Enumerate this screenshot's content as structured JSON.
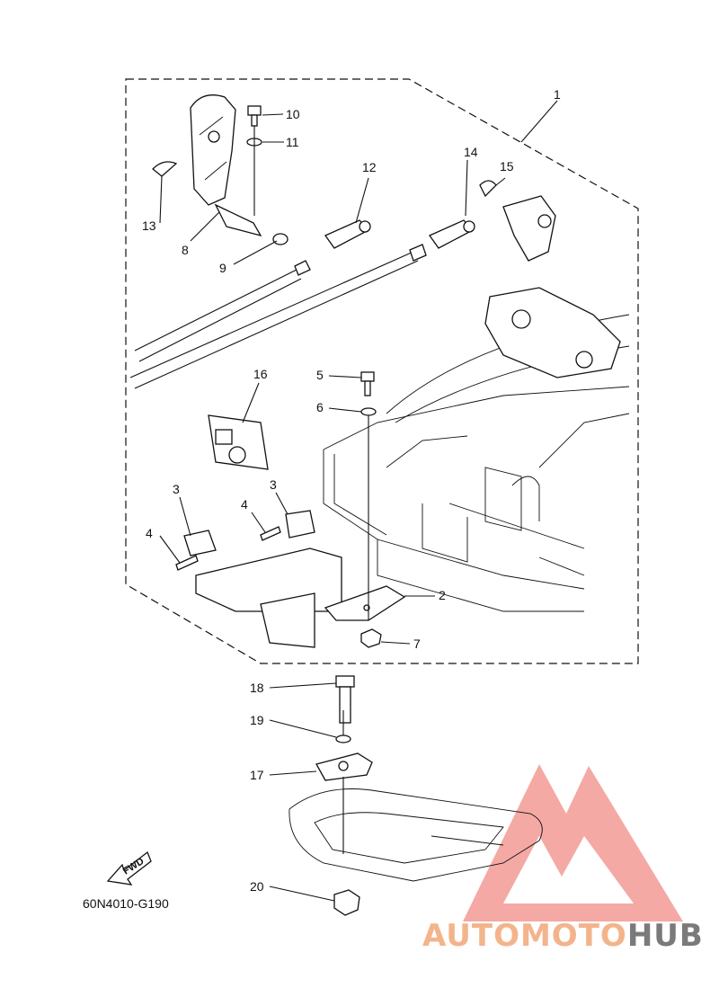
{
  "diagram": {
    "callouts": [
      {
        "id": "c1",
        "text": "1"
      },
      {
        "id": "c2",
        "text": "2"
      },
      {
        "id": "c3a",
        "text": "3"
      },
      {
        "id": "c3b",
        "text": "3"
      },
      {
        "id": "c4a",
        "text": "4"
      },
      {
        "id": "c4b",
        "text": "4"
      },
      {
        "id": "c5",
        "text": "5"
      },
      {
        "id": "c6",
        "text": "6"
      },
      {
        "id": "c7",
        "text": "7"
      },
      {
        "id": "c8",
        "text": "8"
      },
      {
        "id": "c9",
        "text": "9"
      },
      {
        "id": "c10",
        "text": "10"
      },
      {
        "id": "c11",
        "text": "11"
      },
      {
        "id": "c12",
        "text": "12"
      },
      {
        "id": "c13",
        "text": "13"
      },
      {
        "id": "c14",
        "text": "14"
      },
      {
        "id": "c15",
        "text": "15"
      },
      {
        "id": "c16",
        "text": "16"
      },
      {
        "id": "c17",
        "text": "17"
      },
      {
        "id": "c18",
        "text": "18"
      },
      {
        "id": "c19",
        "text": "19"
      },
      {
        "id": "c20",
        "text": "20"
      }
    ],
    "fwd_label": "FWD",
    "diagram_code": "60N4010-G190"
  },
  "watermark": {
    "part1": "AUTOMOTO",
    "part2": "HUB",
    "color_main": "#f08b86",
    "color_secondary": "#f5b98a",
    "color_hub": "#777777"
  }
}
